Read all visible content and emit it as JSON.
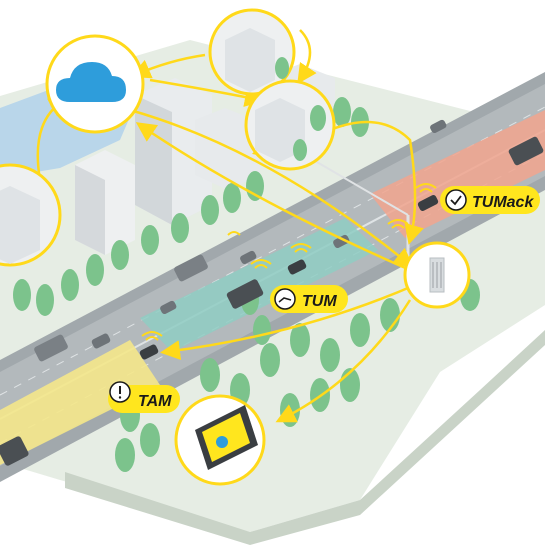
{
  "labels": {
    "tumack": "TUMack",
    "tum": "TUM",
    "tam": "TAM"
  },
  "icons": {
    "cloud": "cloud-icon",
    "tumack": "check-circle-icon",
    "tum": "hand-coin-icon",
    "tam": "exclamation-icon",
    "roadside_unit": "roadside-antenna-icon",
    "in_vehicle_display": "vehicle-display-icon"
  },
  "colors": {
    "accent_yellow": "#ffd91a",
    "label_bg": "#ffe61e",
    "cloud_blue": "#2e9ddb",
    "road_gray": "#9aa1a5",
    "zone_red": "#f1a58e",
    "zone_teal": "#8fcdc3",
    "zone_yellow": "#f4e78a",
    "ground_green": "#e4ece2",
    "water_blue": "#b9d6ea",
    "tree_green": "#7cc38c"
  }
}
